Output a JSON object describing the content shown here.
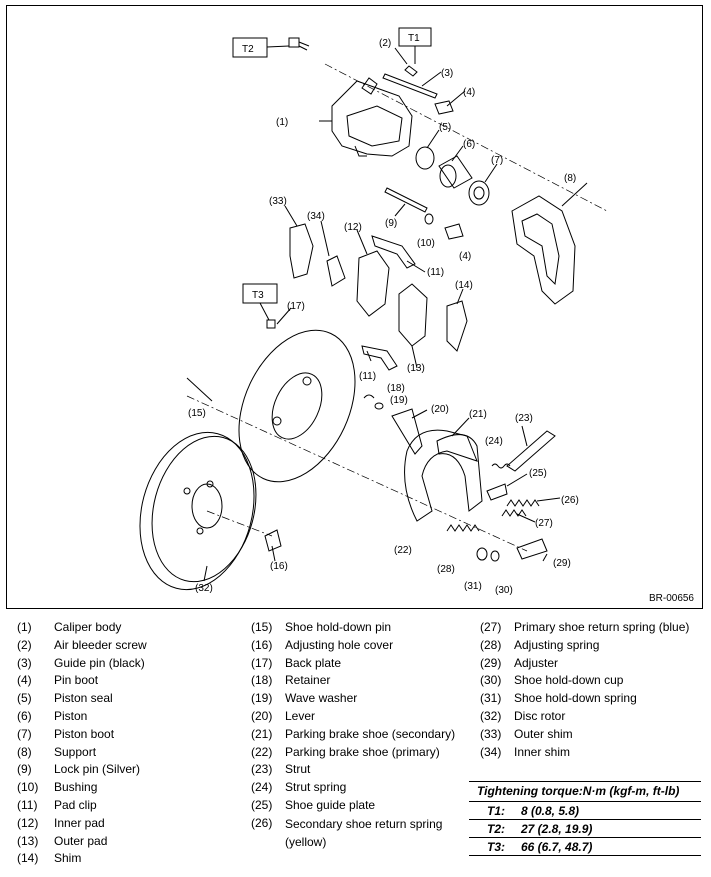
{
  "figure_code": "BR-00656",
  "callouts": {
    "c1": "(1)",
    "c2": "(2)",
    "c3": "(3)",
    "c4": "(4)",
    "c4b": "(4)",
    "c5": "(5)",
    "c6": "(6)",
    "c7": "(7)",
    "c8": "(8)",
    "c9": "(9)",
    "c10": "(10)",
    "c11": "(11)",
    "c11b": "(11)",
    "c12": "(12)",
    "c13": "(13)",
    "c14": "(14)",
    "c15": "(15)",
    "c16": "(16)",
    "c17": "(17)",
    "c18": "(18)",
    "c19": "(19)",
    "c20": "(20)",
    "c21": "(21)",
    "c22": "(22)",
    "c23": "(23)",
    "c24": "(24)",
    "c25": "(25)",
    "c26": "(26)",
    "c27": "(27)",
    "c28": "(28)",
    "c29": "(29)",
    "c30": "(30)",
    "c31": "(31)",
    "c32": "(32)",
    "c33": "(33)",
    "c34": "(34)",
    "t1": "T1",
    "t2": "T2",
    "t3": "T3"
  },
  "legend": [
    {
      "num": "(1)",
      "text": "Caliper body"
    },
    {
      "num": "(2)",
      "text": "Air bleeder screw"
    },
    {
      "num": "(3)",
      "text": "Guide pin (black)"
    },
    {
      "num": "(4)",
      "text": "Pin boot"
    },
    {
      "num": "(5)",
      "text": "Piston seal"
    },
    {
      "num": "(6)",
      "text": "Piston"
    },
    {
      "num": "(7)",
      "text": "Piston boot"
    },
    {
      "num": "(8)",
      "text": "Support"
    },
    {
      "num": "(9)",
      "text": "Lock pin (Silver)"
    },
    {
      "num": "(10)",
      "text": "Bushing"
    },
    {
      "num": "(11)",
      "text": "Pad clip"
    },
    {
      "num": "(12)",
      "text": "Inner pad"
    },
    {
      "num": "(13)",
      "text": "Outer pad"
    },
    {
      "num": "(14)",
      "text": "Shim"
    },
    {
      "num": "(15)",
      "text": "Shoe hold-down pin"
    },
    {
      "num": "(16)",
      "text": "Adjusting hole cover"
    },
    {
      "num": "(17)",
      "text": "Back plate"
    },
    {
      "num": "(18)",
      "text": "Retainer"
    },
    {
      "num": "(19)",
      "text": "Wave washer"
    },
    {
      "num": "(20)",
      "text": "Lever"
    },
    {
      "num": "(21)",
      "text": "Parking brake shoe (secondary)"
    },
    {
      "num": "(22)",
      "text": "Parking brake shoe (primary)"
    },
    {
      "num": "(23)",
      "text": "Strut"
    },
    {
      "num": "(24)",
      "text": "Strut spring"
    },
    {
      "num": "(25)",
      "text": "Shoe guide plate"
    },
    {
      "num": "(26)",
      "text": "Secondary shoe return spring (yellow)"
    },
    {
      "num": "(27)",
      "text": "Primary shoe return spring (blue)"
    },
    {
      "num": "(28)",
      "text": "Adjusting spring"
    },
    {
      "num": "(29)",
      "text": "Adjuster"
    },
    {
      "num": "(30)",
      "text": "Shoe hold-down cup"
    },
    {
      "num": "(31)",
      "text": "Shoe hold-down spring"
    },
    {
      "num": "(32)",
      "text": "Disc rotor"
    },
    {
      "num": "(33)",
      "text": "Outer shim"
    },
    {
      "num": "(34)",
      "text": "Inner shim"
    }
  ],
  "torque": {
    "title": "Tightening torque:N·m (kgf-m, ft-lb)",
    "rows": [
      {
        "key": "T1:",
        "value": "8 (0.8, 5.8)"
      },
      {
        "key": "T2:",
        "value": "27 (2.8, 19.9)"
      },
      {
        "key": "T3:",
        "value": "66 (6.7, 48.7)"
      }
    ]
  }
}
